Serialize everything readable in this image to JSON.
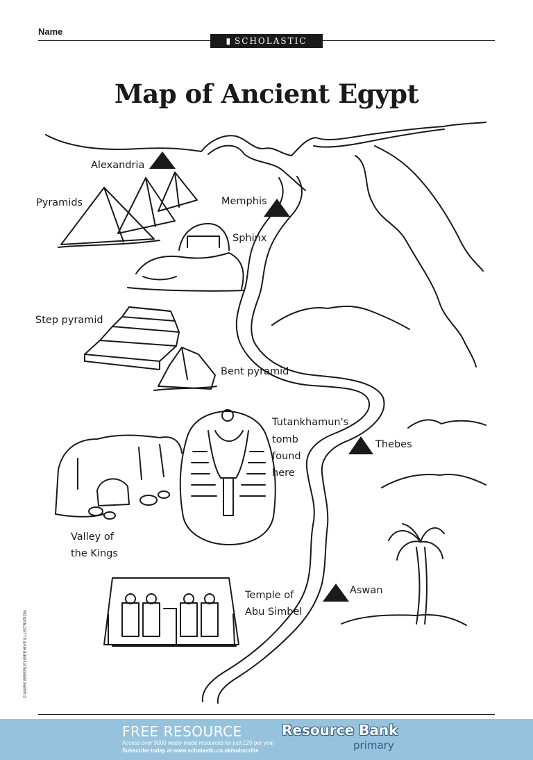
{
  "header": {
    "name_label": "Name",
    "brand": "SCHOLASTIC"
  },
  "title": "Map of Ancient Egypt",
  "map_labels": {
    "alexandria": "Alexandria",
    "pyramids": "Pyramids",
    "memphis": "Memphis",
    "sphinx": "Sphinx",
    "step_pyramid": "Step pyramid",
    "bent_pyramid": "Bent pyramid",
    "tutankhamun_line1": "Tutankhamun's",
    "tutankhamun_line2": "tomb",
    "tutankhamun_line3": "found",
    "tutankhamun_line4": "here",
    "thebes": "Thebes",
    "valley_line1": "Valley of",
    "valley_line2": "the Kings",
    "temple_line1": "Temple of",
    "temple_line2": "Abu Simbel",
    "aswan": "Aswan"
  },
  "credit": "© MARK BRIERLEY/BEEHIVE ILLUSTRATION",
  "footer": {
    "free_resource": "FREE RESOURCE",
    "access_text": "Access over 9000 ready-made resources for just £20 per year",
    "subscribe_text": "Subscribe today at www.scholastic.co.uk/subscribe",
    "resource_bank": "Resource Bank",
    "primary": "primary",
    "band_color": "#96c2dc"
  },
  "icons": {
    "city_marker": "black-triangle-icon",
    "brand_book": "open-book-icon"
  }
}
